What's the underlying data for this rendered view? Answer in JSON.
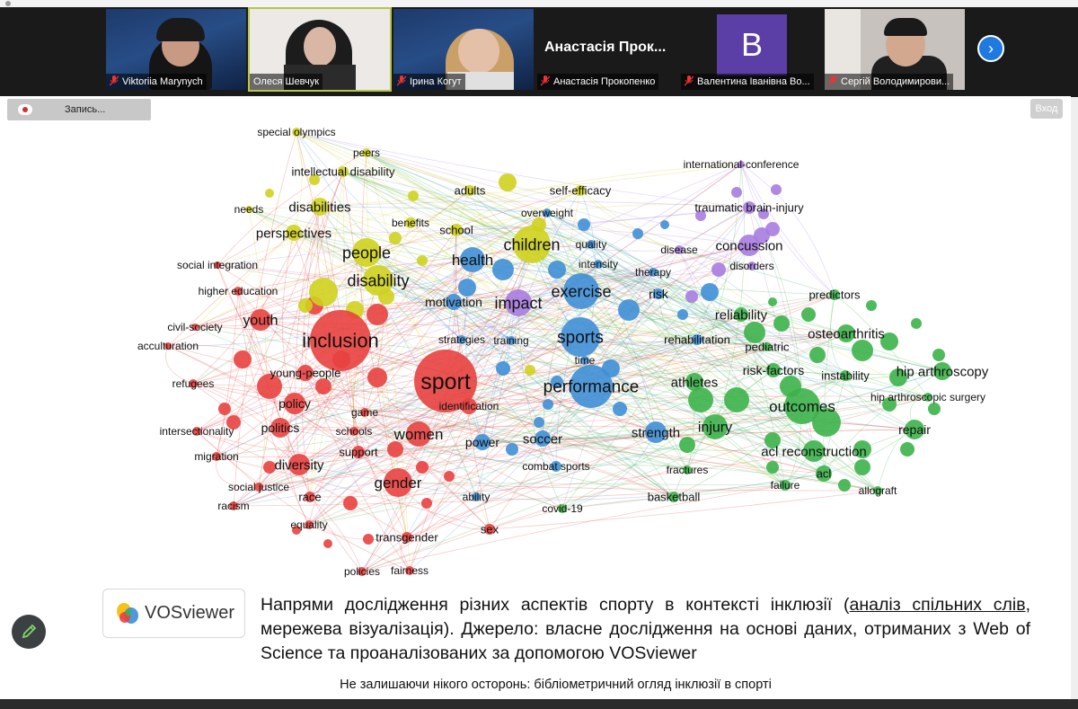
{
  "gallery": {
    "participants": [
      {
        "name": "Viktoriia Marynych",
        "muted": true,
        "speaking": false
      },
      {
        "name": "Олеся Шевчук",
        "muted": false,
        "speaking": true
      },
      {
        "name": "Ірина Когут",
        "muted": true,
        "speaking": false
      },
      {
        "name": "Анастасія Прокопенко",
        "muted": true,
        "speaking": false,
        "tile_text": "Анастасія Прок..."
      },
      {
        "name": "Валентина Іванівна Во...",
        "muted": true,
        "speaking": false,
        "avatar_letter": "B"
      },
      {
        "name": "Сергій Володимирови...",
        "muted": true,
        "speaking": false
      }
    ],
    "next_icon": "chevron-right-icon"
  },
  "controls": {
    "record_label": "Запись...",
    "record_icon": "record-icon",
    "exit_label": "Вход",
    "pencil_icon": "pencil-icon"
  },
  "network": {
    "colors": {
      "red": "#e8413f",
      "yellow": "#cfd11e",
      "blue": "#3f8fd6",
      "green": "#3cb34a",
      "purple": "#a77ce0"
    },
    "keywords": [
      {
        "term": "special olympics",
        "cluster": "yellow"
      },
      {
        "term": "peers",
        "cluster": "yellow"
      },
      {
        "term": "intellectual disability",
        "cluster": "yellow"
      },
      {
        "term": "adults",
        "cluster": "yellow"
      },
      {
        "term": "needs",
        "cluster": "yellow"
      },
      {
        "term": "disabilities",
        "cluster": "yellow"
      },
      {
        "term": "benefits",
        "cluster": "yellow"
      },
      {
        "term": "school",
        "cluster": "yellow"
      },
      {
        "term": "perspectives",
        "cluster": "yellow"
      },
      {
        "term": "children",
        "cluster": "yellow"
      },
      {
        "term": "people",
        "cluster": "yellow"
      },
      {
        "term": "disability",
        "cluster": "yellow"
      },
      {
        "term": "self-efficacy",
        "cluster": "yellow"
      },
      {
        "term": "overweight",
        "cluster": "blue"
      },
      {
        "term": "quality",
        "cluster": "blue"
      },
      {
        "term": "health",
        "cluster": "blue"
      },
      {
        "term": "intensity",
        "cluster": "blue"
      },
      {
        "term": "therapy",
        "cluster": "blue"
      },
      {
        "term": "exercise",
        "cluster": "blue"
      },
      {
        "term": "risk",
        "cluster": "blue"
      },
      {
        "term": "motivation",
        "cluster": "blue"
      },
      {
        "term": "impact",
        "cluster": "purple"
      },
      {
        "term": "international-conference",
        "cluster": "purple"
      },
      {
        "term": "traumatic brain-injury",
        "cluster": "purple"
      },
      {
        "term": "disease",
        "cluster": "purple"
      },
      {
        "term": "concussion",
        "cluster": "purple"
      },
      {
        "term": "disorders",
        "cluster": "purple"
      },
      {
        "term": "social integration",
        "cluster": "red"
      },
      {
        "term": "higher education",
        "cluster": "red"
      },
      {
        "term": "youth",
        "cluster": "red"
      },
      {
        "term": "civil-society",
        "cluster": "red"
      },
      {
        "term": "acculturation",
        "cluster": "red"
      },
      {
        "term": "inclusion",
        "cluster": "red"
      },
      {
        "term": "strategies",
        "cluster": "blue"
      },
      {
        "term": "training",
        "cluster": "blue"
      },
      {
        "term": "sports",
        "cluster": "blue"
      },
      {
        "term": "time",
        "cluster": "blue"
      },
      {
        "term": "rehabilitation",
        "cluster": "blue"
      },
      {
        "term": "reliability",
        "cluster": "green"
      },
      {
        "term": "predictors",
        "cluster": "green"
      },
      {
        "term": "osteoarthritis",
        "cluster": "green"
      },
      {
        "term": "pediatric",
        "cluster": "green"
      },
      {
        "term": "young-people",
        "cluster": "red"
      },
      {
        "term": "refugees",
        "cluster": "red"
      },
      {
        "term": "sport",
        "cluster": "red"
      },
      {
        "term": "performance",
        "cluster": "blue"
      },
      {
        "term": "athletes",
        "cluster": "green"
      },
      {
        "term": "risk-factors",
        "cluster": "green"
      },
      {
        "term": "instability",
        "cluster": "green"
      },
      {
        "term": "hip arthroscopy",
        "cluster": "green"
      },
      {
        "term": "hip arthroscopic surgery",
        "cluster": "green"
      },
      {
        "term": "policy",
        "cluster": "red"
      },
      {
        "term": "identification",
        "cluster": "red"
      },
      {
        "term": "outcomes",
        "cluster": "green"
      },
      {
        "term": "game",
        "cluster": "red"
      },
      {
        "term": "intersectionality",
        "cluster": "red"
      },
      {
        "term": "politics",
        "cluster": "red"
      },
      {
        "term": "schools",
        "cluster": "red"
      },
      {
        "term": "women",
        "cluster": "red"
      },
      {
        "term": "injury",
        "cluster": "green"
      },
      {
        "term": "strength",
        "cluster": "blue"
      },
      {
        "term": "repair",
        "cluster": "green"
      },
      {
        "term": "soccer",
        "cluster": "blue"
      },
      {
        "term": "power",
        "cluster": "blue"
      },
      {
        "term": "migration",
        "cluster": "red"
      },
      {
        "term": "support",
        "cluster": "red"
      },
      {
        "term": "acl reconstruction",
        "cluster": "green"
      },
      {
        "term": "diversity",
        "cluster": "red"
      },
      {
        "term": "combat sports",
        "cluster": "blue"
      },
      {
        "term": "fractures",
        "cluster": "green"
      },
      {
        "term": "acl",
        "cluster": "green"
      },
      {
        "term": "gender",
        "cluster": "red"
      },
      {
        "term": "social justice",
        "cluster": "red"
      },
      {
        "term": "failure",
        "cluster": "green"
      },
      {
        "term": "allograft",
        "cluster": "green"
      },
      {
        "term": "race",
        "cluster": "red"
      },
      {
        "term": "ability",
        "cluster": "blue"
      },
      {
        "term": "basketball",
        "cluster": "green"
      },
      {
        "term": "racism",
        "cluster": "red"
      },
      {
        "term": "covid-19",
        "cluster": "green"
      },
      {
        "term": "equality",
        "cluster": "red"
      },
      {
        "term": "sex",
        "cluster": "red"
      },
      {
        "term": "transgender",
        "cluster": "red"
      },
      {
        "term": "policies",
        "cluster": "red"
      },
      {
        "term": "fairness",
        "cluster": "red"
      }
    ]
  },
  "logo": {
    "text": "VOSviewer"
  },
  "caption": {
    "part1": "Напрями дослідження різних аспектів спорту в контексті інклюзії (",
    "link": "аналіз спільних слів",
    "part2": ", мережева візуалізація). Джерело: власне дослідження на основі даних, отриманих з Web of Science  та проаналізованих за допомогою VOSviewer"
  },
  "subtitle": "Не залишаючи нікого осторонь: бібліометричний огляд інклюзії в спорті"
}
